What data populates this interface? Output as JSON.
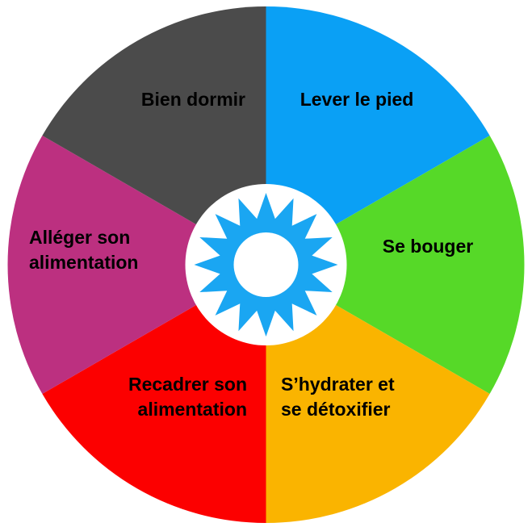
{
  "diagram": {
    "segments": [
      {
        "id": "lever-le-pied",
        "lines": [
          "Lever le pied"
        ],
        "color": "#0AA0F5"
      },
      {
        "id": "se-bouger",
        "lines": [
          "Se bouger"
        ],
        "color": "#56D928"
      },
      {
        "id": "s-hydrater",
        "lines": [
          "S’hydrater et",
          "se détoxifier"
        ],
        "color": "#FAB400"
      },
      {
        "id": "recadrer",
        "lines": [
          "Recadrer son",
          "alimentation"
        ],
        "color": "#FC0000"
      },
      {
        "id": "alleger",
        "lines": [
          "Alléger son",
          "alimentation"
        ],
        "color": "#BC3080"
      },
      {
        "id": "bien-dormir",
        "lines": [
          "Bien dormir"
        ],
        "color": "#4B4B4B"
      }
    ],
    "center": {
      "icon": "sun-icon",
      "background": "#FFFFFF",
      "sun_color": "#1AA6F2",
      "rays": 16
    }
  }
}
